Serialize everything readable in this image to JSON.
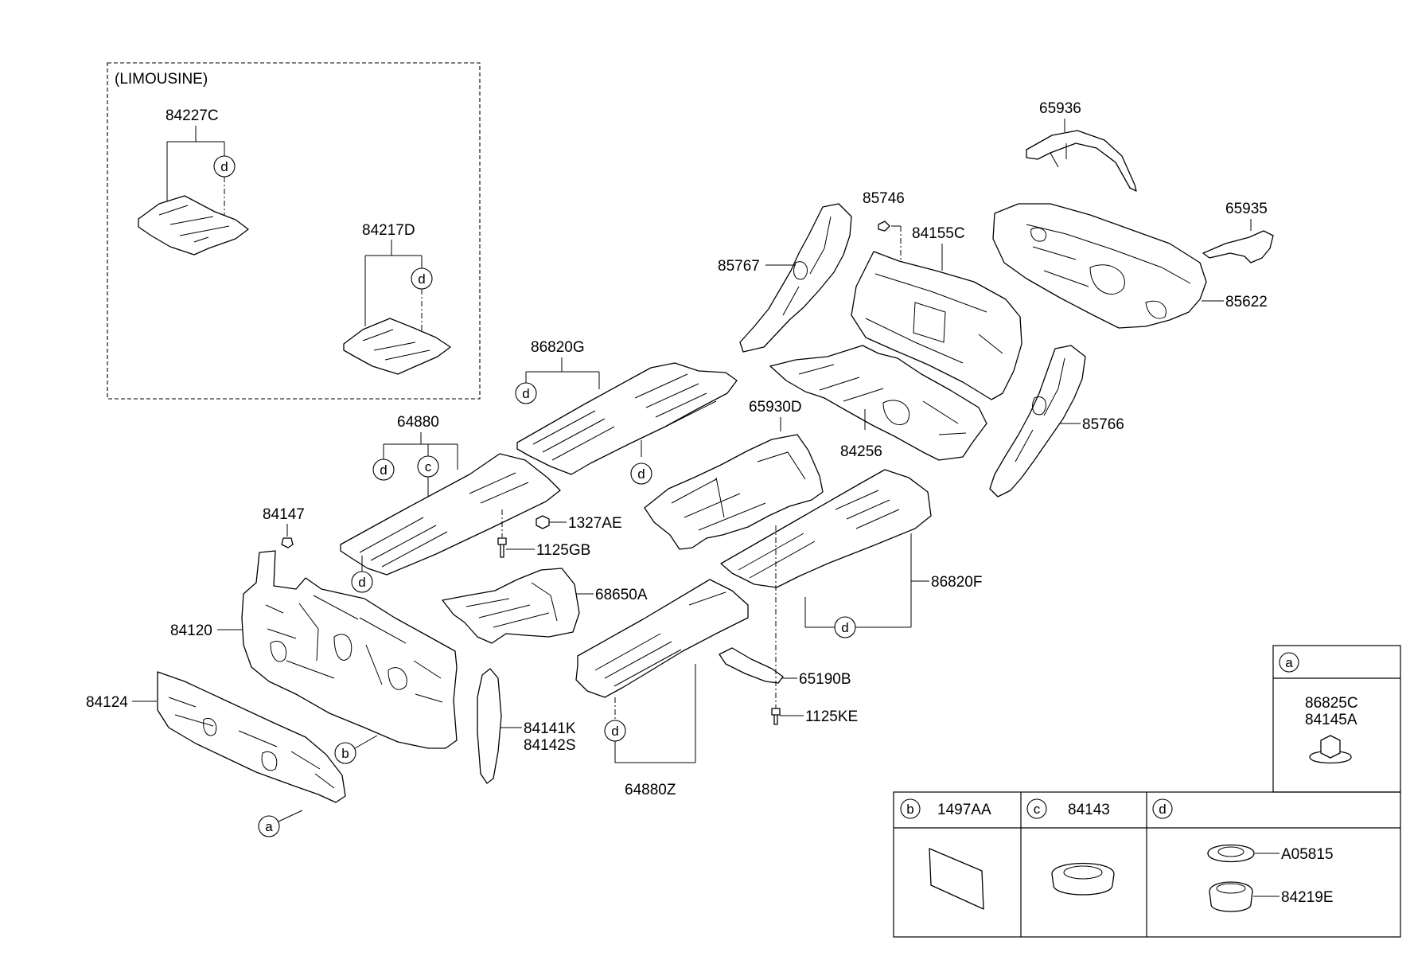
{
  "limousine_label": "(LIMOUSINE)",
  "part_numbers": {
    "p84227C": "84227C",
    "p84217D": "84217D",
    "p86820G": "86820G",
    "p64880": "64880",
    "p84147": "84147",
    "p84120": "84120",
    "p84124": "84124",
    "p1327AE": "1327AE",
    "p1125GB": "1125GB",
    "p68650A": "68650A",
    "p84141K": "84141K",
    "p84142S": "84142S",
    "p64880Z": "64880Z",
    "p65930D": "65930D",
    "p84256": "84256",
    "p85767": "85767",
    "p85746": "85746",
    "p84155C": "84155C",
    "p65936": "65936",
    "p65935": "65935",
    "p85622": "85622",
    "p85766": "85766",
    "p86820F": "86820F",
    "p65190B": "65190B",
    "p1125KE": "1125KE"
  },
  "callout_letters": {
    "a": "a",
    "b": "b",
    "c": "c",
    "d": "d"
  },
  "legend": {
    "a_parts": [
      "86825C",
      "84145A"
    ],
    "b_part": "1497AA",
    "c_part": "84143",
    "d_parts": [
      "A05815",
      "84219E"
    ]
  }
}
